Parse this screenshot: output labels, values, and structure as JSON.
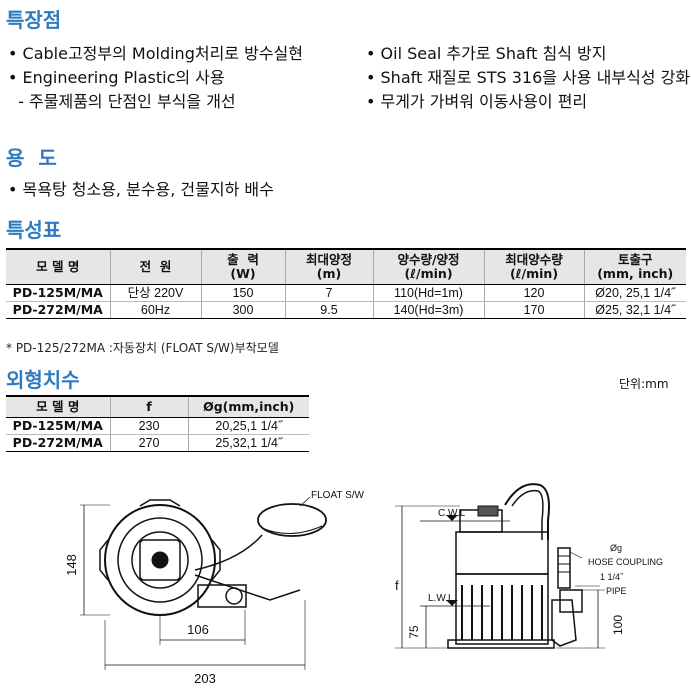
{
  "features": {
    "title": "특장점",
    "left": [
      "• Cable고정부의 Molding처리로 방수실현",
      "• Engineering Plastic의 사용",
      "  - 주물제품의 단점인 부식을 개선"
    ],
    "right": [
      "• Oil Seal 추가로 Shaft 침식 방지",
      "• Shaft 재질로 STS 316을 사용 내부식성 강화",
      "• 무게가 가벼워 이동사용이 편리"
    ]
  },
  "usage": {
    "title": "용  도",
    "text": "• 목욕탕 청소용, 분수용, 건물지하 배수"
  },
  "specs": {
    "title": "특성표",
    "headers": [
      [
        "모 델 명"
      ],
      [
        "전  원"
      ],
      [
        "출  력",
        "(W)"
      ],
      [
        "최대양정",
        "(m)"
      ],
      [
        "양수량/양정",
        "(ℓ/min)"
      ],
      [
        "최대양수량",
        "(ℓ/min)"
      ],
      [
        "토출구",
        "(mm, inch)"
      ]
    ],
    "rows": [
      [
        "PD-125M/MA",
        "단상 220V",
        "150",
        "7",
        "110(Hd=1m)",
        "120",
        "Ø20, 25,1 1/4˝"
      ],
      [
        "PD-272M/MA",
        "60Hz",
        "300",
        "9.5",
        "140(Hd=3m)",
        "170",
        "Ø25, 32,1 1/4˝"
      ]
    ],
    "note": "* PD-125/272MA :자동장치 (FLOAT S/W)부착모델"
  },
  "dimensions": {
    "title": "외형치수",
    "unit": "단위:mm",
    "headers": [
      "모 델 명",
      "f",
      "Øg(mm,inch)"
    ],
    "rows": [
      [
        "PD-125M/MA",
        "230",
        "20,25,1 1/4˝"
      ],
      [
        "PD-272M/MA",
        "270",
        "25,32,1 1/4˝"
      ]
    ]
  },
  "drawing": {
    "float_label": "FLOAT S/W",
    "dim_148": "148",
    "dim_106": "106",
    "dim_203": "203",
    "cwl": "C.W.L",
    "lwl": "L.W.L",
    "f_label": "f",
    "dim_75": "75",
    "dim_100": "100",
    "g_label": "Øg",
    "hose_label": "HOSE COUPLING",
    "inch_label": "1 1/4˝",
    "pipe_label": "PIPE"
  }
}
